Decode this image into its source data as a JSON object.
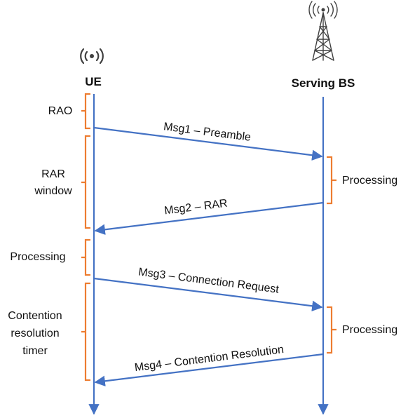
{
  "colors": {
    "lifeline": "#4472C4",
    "bracket": "#ED7D31",
    "text": "#111111",
    "icon": "#404040"
  },
  "icons": {
    "ue": "wireless-signal-icon",
    "bs": "cell-tower-icon"
  },
  "entities": {
    "ue": "UE",
    "bs": "Serving BS"
  },
  "messages": [
    {
      "label": "Msg1 – Preamble",
      "direction": "ue-to-bs"
    },
    {
      "label": "Msg2 – RAR",
      "direction": "bs-to-ue"
    },
    {
      "label": "Msg3 – Connection Request",
      "direction": "ue-to-bs"
    },
    {
      "label": "Msg4 – Contention Resolution",
      "direction": "bs-to-ue"
    }
  ],
  "ue_intervals": [
    {
      "lines": [
        "RAO"
      ]
    },
    {
      "lines": [
        "RAR",
        "window"
      ]
    },
    {
      "lines": [
        "Processing"
      ]
    },
    {
      "lines": [
        "Contention",
        "resolution",
        "timer"
      ]
    }
  ],
  "bs_intervals": [
    {
      "lines": [
        "Processing"
      ]
    },
    {
      "lines": [
        "Processing"
      ]
    }
  ]
}
